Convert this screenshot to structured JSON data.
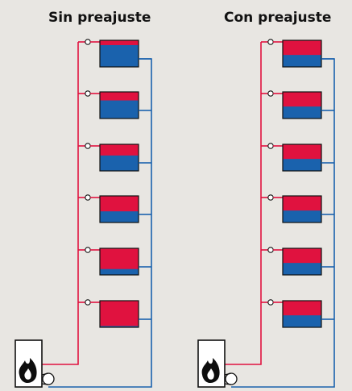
{
  "titles": {
    "left": "Sin preajuste",
    "right": "Con preajuste"
  },
  "colors": {
    "supply": "#e0123f",
    "return": "#1a62ad",
    "background": "#e8e6e2",
    "outline": "#111111"
  },
  "icons": {
    "boiler": "flame-icon",
    "pump": "pump-icon",
    "valve": "valve-icon"
  },
  "systems": [
    {
      "name": "sin-preajuste",
      "hot_fractions": [
        0.18,
        0.32,
        0.42,
        0.58,
        0.78,
        0.95
      ]
    },
    {
      "name": "con-preajuste",
      "hot_fractions": [
        0.55,
        0.55,
        0.55,
        0.55,
        0.55,
        0.55
      ]
    }
  ]
}
